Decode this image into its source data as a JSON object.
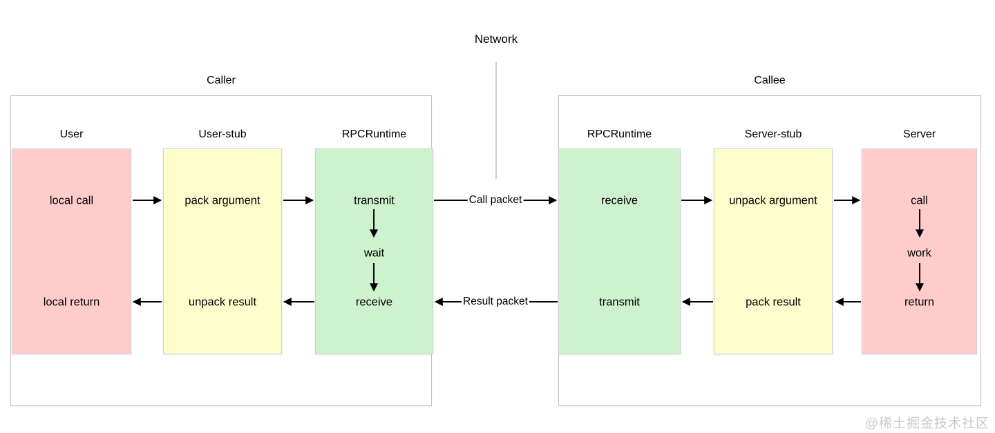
{
  "network": {
    "label": "Network"
  },
  "packets": {
    "call": "Call packet",
    "result": "Result packet"
  },
  "caller": {
    "title": "Caller",
    "columns": [
      {
        "label": "User",
        "steps": [
          "local call",
          "local return"
        ]
      },
      {
        "label": "User-stub",
        "steps": [
          "pack argument",
          "unpack result"
        ]
      },
      {
        "label": "RPCRuntime",
        "steps": [
          "transmit",
          "wait",
          "receive"
        ]
      }
    ]
  },
  "callee": {
    "title": "Callee",
    "columns": [
      {
        "label": "RPCRuntime",
        "steps": [
          "receive",
          "transmit"
        ]
      },
      {
        "label": "Server-stub",
        "steps": [
          "unpack argument",
          "pack result"
        ]
      },
      {
        "label": "Server",
        "steps": [
          "call",
          "work",
          "return"
        ]
      }
    ]
  },
  "watermark": "@稀土掘金技术社区",
  "colors": {
    "box_pink": "#ffcccc",
    "box_yellow": "#fefecd",
    "box_green": "#cdf2cd",
    "arrow": "#000000",
    "network_line": "#b3b3b3",
    "outer_border": "#c2c2c2",
    "watermark": "#c9c9c9"
  }
}
